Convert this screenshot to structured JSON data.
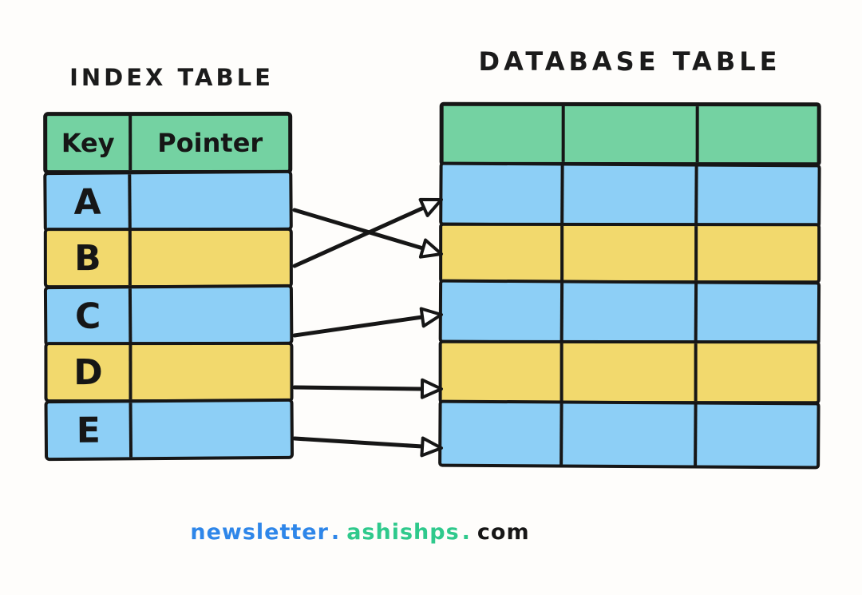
{
  "titles": {
    "index": "INDEX TABLE",
    "database": "DATABASE TABLE"
  },
  "index_table": {
    "headers": [
      "Key",
      "Pointer"
    ],
    "rows": [
      {
        "key": "A",
        "color": "blue"
      },
      {
        "key": "B",
        "color": "yellow"
      },
      {
        "key": "C",
        "color": "blue"
      },
      {
        "key": "D",
        "color": "yellow"
      },
      {
        "key": "E",
        "color": "blue"
      }
    ]
  },
  "database_table": {
    "columns": 3,
    "rows": [
      {
        "color": "green"
      },
      {
        "color": "blue"
      },
      {
        "color": "yellow"
      },
      {
        "color": "blue"
      },
      {
        "color": "yellow"
      },
      {
        "color": "blue"
      }
    ]
  },
  "arrows": [
    {
      "from_key": "A",
      "to_db_row": 3
    },
    {
      "from_key": "B",
      "to_db_row": 2
    },
    {
      "from_key": "C",
      "to_db_row": 4
    },
    {
      "from_key": "D",
      "to_db_row": 5
    },
    {
      "from_key": "E",
      "to_db_row": 6
    }
  ],
  "footer": {
    "segments": [
      {
        "text": "newsletter",
        "color": "#2e86e9"
      },
      {
        "text": ".",
        "color": "#2e86e9"
      },
      {
        "text": "ashishps",
        "color": "#2fc98c"
      },
      {
        "text": ".",
        "color": "#2fc98c"
      },
      {
        "text": "com",
        "color": "#161616"
      }
    ]
  },
  "colors": {
    "green": "#74d2a2",
    "blue": "#8dcff6",
    "yellow": "#f2d96d",
    "line": "#161616",
    "background": "#fefdfb"
  }
}
